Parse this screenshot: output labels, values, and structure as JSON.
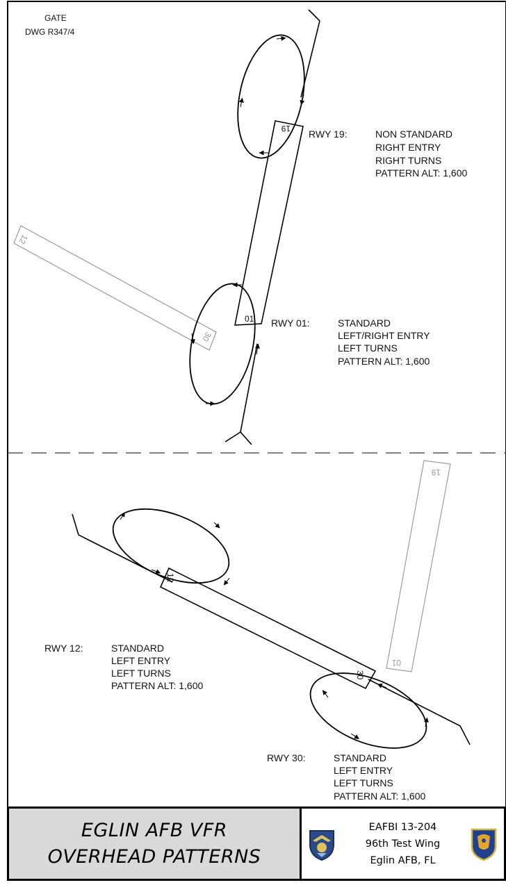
{
  "drawing": {
    "gate_label": "GATE",
    "dwg_label": "DWG R347/4"
  },
  "runway_numbers": {
    "rwy19_top": "19",
    "rwy01_top": "01",
    "rwy12_top": "12",
    "rwy30_top": "30",
    "rwy12_bottom": "12",
    "rwy30_bottom": "30",
    "rwy19_bottom": "19",
    "rwy01_bottom": "01"
  },
  "patterns": {
    "rwy19": {
      "label": "RWY 19:",
      "lines": [
        "NON STANDARD",
        "RIGHT ENTRY",
        "RIGHT TURNS",
        "PATTERN ALT: 1,600"
      ]
    },
    "rwy01": {
      "label": "RWY 01:",
      "lines": [
        "STANDARD",
        "LEFT/RIGHT ENTRY",
        "LEFT TURNS",
        "PATTERN ALT: 1,600"
      ]
    },
    "rwy12": {
      "label": "RWY 12:",
      "lines": [
        "STANDARD",
        "LEFT ENTRY",
        "LEFT TURNS",
        "PATTERN ALT: 1,600"
      ]
    },
    "rwy30": {
      "label": "RWY 30:",
      "lines": [
        "STANDARD",
        "LEFT ENTRY",
        "LEFT TURNS",
        "PATTERN ALT: 1,600"
      ]
    }
  },
  "title_block": {
    "title_line1": "EGLIN AFB VFR",
    "title_line2": "OVERHEAD PATTERNS",
    "pub_line1": "EAFBI 13-204",
    "pub_line2": "96th Test Wing",
    "pub_line3": "Eglin AFB, FL",
    "left_emblem": "afmc-shield-emblem",
    "right_emblem": "96th-test-wing-emblem"
  }
}
